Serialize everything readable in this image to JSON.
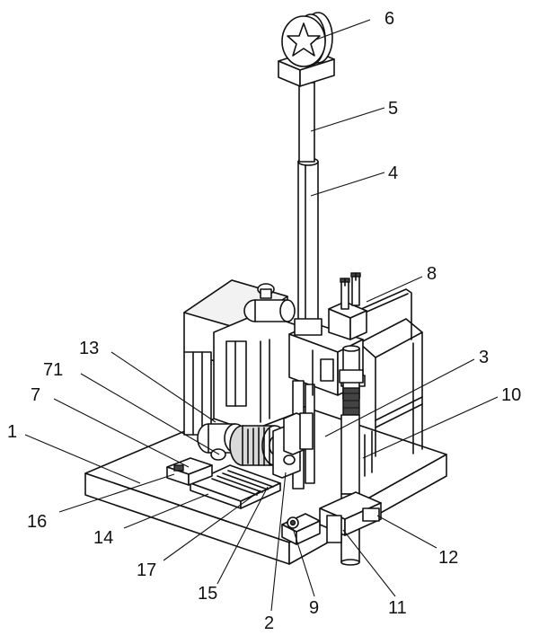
{
  "diagram": {
    "labels": [
      {
        "id": "label-6",
        "text": "6"
      },
      {
        "id": "label-5",
        "text": "5"
      },
      {
        "id": "label-4",
        "text": "4"
      },
      {
        "id": "label-8",
        "text": "8"
      },
      {
        "id": "label-13",
        "text": "13"
      },
      {
        "id": "label-71",
        "text": "71"
      },
      {
        "id": "label-7",
        "text": "7"
      },
      {
        "id": "label-3",
        "text": "3"
      },
      {
        "id": "label-10",
        "text": "10"
      },
      {
        "id": "label-1",
        "text": "1"
      },
      {
        "id": "label-16",
        "text": "16"
      },
      {
        "id": "label-14",
        "text": "14"
      },
      {
        "id": "label-12",
        "text": "12"
      },
      {
        "id": "label-17",
        "text": "17"
      },
      {
        "id": "label-15",
        "text": "15"
      },
      {
        "id": "label-9",
        "text": "9"
      },
      {
        "id": "label-11",
        "text": "11"
      },
      {
        "id": "label-2",
        "text": "2"
      }
    ]
  }
}
